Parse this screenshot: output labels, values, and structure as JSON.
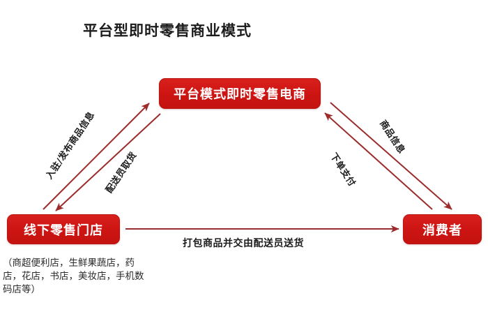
{
  "title": "平台型即时零售商业模式",
  "colors": {
    "node_fill": "#cc1412",
    "node_border": "#b81412",
    "node_text": "#ffffff",
    "arrow": "#9c2b2b",
    "label_text": "#1c1c1c",
    "background": "#ffffff"
  },
  "nodes": {
    "platform": {
      "label": "平台模式即时零售电商"
    },
    "store": {
      "label": "线下零售门店"
    },
    "consumer": {
      "label": "消费者"
    }
  },
  "edges": [
    {
      "id": "entry",
      "label": "入驻/发布商品信息",
      "from": "store",
      "to": "platform"
    },
    {
      "id": "pickup",
      "label": "配送员取货",
      "from": "platform",
      "to": "store"
    },
    {
      "id": "order",
      "label": "下单支付",
      "from": "consumer",
      "to": "platform"
    },
    {
      "id": "goods",
      "label": "商品信息",
      "from": "platform",
      "to": "consumer"
    },
    {
      "id": "deliver",
      "label": "打包商品并交由配送员送货",
      "from": "store",
      "to": "consumer"
    }
  ],
  "footnote": "（商超便利店，生鲜果蔬店，药店，花店，书店，美妆店，手机数码店等）"
}
